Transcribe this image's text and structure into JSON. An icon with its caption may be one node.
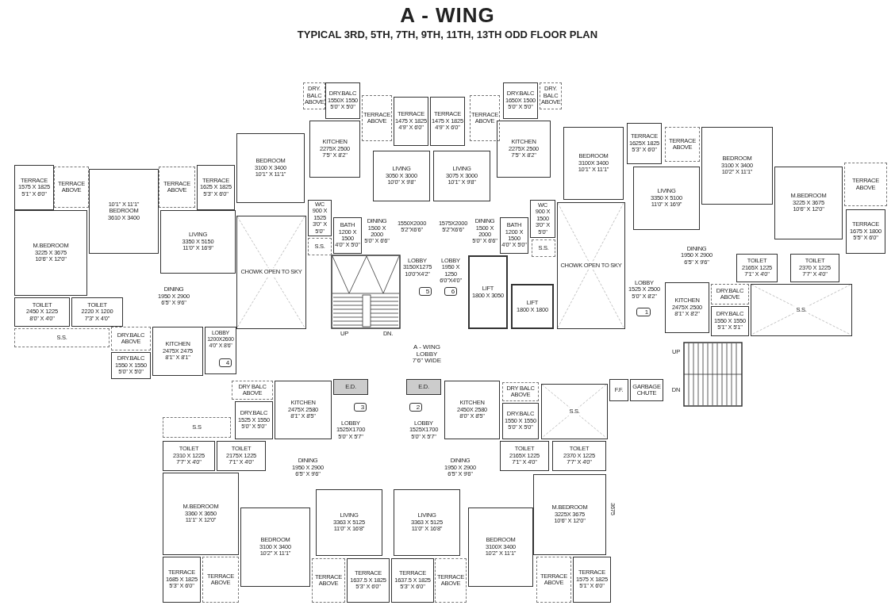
{
  "diagram": {
    "title": "A - WING",
    "nodes": [
      {
        "text": [
          "TERRACE",
          "1575 X 1825",
          "5'1\" X 6'0\""
        ]
      },
      {
        "text": [
          "TERRACE ABOVE"
        ]
      },
      {
        "text": [
          "M.BEDROOM",
          "3225 X 3675",
          "10'6\" X 12'0\""
        ]
      },
      {
        "text": [
          "10'1\" X 11'1\"",
          "BEDROOM",
          "3610 X 3400"
        ]
      },
      {
        "text": [
          "TERRACE ABOVE"
        ]
      },
      {
        "text": [
          "TERRACE",
          "1625 X 1825",
          "5'3\" X 6'0\""
        ]
      },
      {
        "text": [
          "LIVING",
          "3350 X 5150",
          "11'0\" X 16'9\""
        ]
      },
      {
        "text": [
          "DINING",
          "1950 X 2900",
          "6'5\" X 9'6\""
        ]
      },
      {
        "text": [
          "TOILET",
          "2450 X 1225",
          "8'0\" X 4'0\""
        ]
      },
      {
        "text": [
          "TOILET",
          "2220 X 1200",
          "7'3\" X 4'0\""
        ]
      },
      {
        "text": [
          "S.S."
        ]
      },
      {
        "text": [
          "DRY.BALC ABOVE"
        ]
      },
      {
        "text": [
          "DRY.BALC",
          "1550 X 1550",
          "5'0\" X 5'0\""
        ]
      },
      {
        "text": [
          "KITCHEN",
          "2475X 2475",
          "8'1\" X 8'1\""
        ]
      },
      {
        "text": [
          "LOBBY",
          "1200X2600",
          "4'0\" X 8'6\""
        ]
      },
      {
        "text": [
          "DRY. BALC ABOVE"
        ]
      },
      {
        "text": [
          "DRY.BALC",
          "1550X 1550",
          "5'0\" X 5'0\""
        ]
      },
      {
        "text": [
          "TERRACE ABOVE"
        ]
      },
      {
        "text": [
          "TERRACE",
          "1475 X 1825",
          "4'9\" X 6'0\""
        ]
      },
      {
        "text": [
          "TERRACE",
          "1475 X 1825",
          "4'9\" X 6'0\""
        ]
      },
      {
        "text": [
          "KITCHEN",
          "2275X 2500",
          "7'5\" X 8'2\""
        ]
      },
      {
        "text": [
          "BEDROOM",
          "3100 X 3400",
          "10'1\" X 11'1\""
        ]
      },
      {
        "text": [
          "LIVING",
          "3050 X 3000",
          "10'0\" X 9'8\""
        ]
      },
      {
        "text": [
          "LIVING",
          "3075 X 3000",
          "10'1\" X 9'8\""
        ]
      },
      {
        "text": [
          "WC",
          "900 X 1525",
          "3'0\" X 5'0\""
        ]
      },
      {
        "text": [
          "BATH",
          "1200 X 1500",
          "4'0\" X 5'0\""
        ]
      },
      {
        "text": [
          "S.S."
        ]
      },
      {
        "text": [
          "DINING",
          "1500 X 2000",
          "5'0\" X 6'6\""
        ]
      },
      {
        "text": [
          "CHOWK OPEN TO SKY"
        ]
      },
      {
        "text": [
          "LOBBY",
          "3150X1275",
          "10'0\"X4'2\""
        ]
      },
      {
        "text": [
          "LOBBY",
          "1950 X 1250",
          "6'0\"X4'0\""
        ]
      },
      {
        "text": [
          "TERRACE ABOVE"
        ]
      },
      {
        "text": [
          "DRY.BALC",
          "1650X 1500",
          "5'0\" X 5'0\""
        ]
      },
      {
        "text": [
          "DRY. BALC ABOVE"
        ]
      },
      {
        "text": [
          "KITCHEN",
          "2275X 2500",
          "7'5\" X 8'2\""
        ]
      },
      {
        "text": [
          "BEDROOM",
          "3100X 3400",
          "10'1\" X 11'1\""
        ]
      },
      {
        "text": [
          "TERRACE",
          "1625X 1825",
          "5'3\" X 6'0\""
        ]
      },
      {
        "text": [
          "TERRACE ABOVE"
        ]
      },
      {
        "text": [
          "LIVING",
          "3350 X 5100",
          "11'0\" X 16'9\""
        ]
      },
      {
        "text": [
          "WC",
          "900 X 1500",
          "3'0\" X 5'0\""
        ]
      },
      {
        "text": [
          "BATH",
          "1200 X 1500",
          "4'0\" X 5'0\""
        ]
      },
      {
        "text": [
          "DINING",
          "1500 X 2000",
          "5'0\" X 6'6\""
        ]
      },
      {
        "text": [
          "S.S."
        ]
      },
      {
        "text": [
          "CHOWK OPEN TO SKY"
        ]
      },
      {
        "text": [
          "LIFT",
          "1800 X 3050"
        ]
      },
      {
        "text": [
          "LIFT",
          "1800 X 1800"
        ]
      },
      {
        "text": [
          "LOBBY",
          "1525 X 2500",
          "5'0\" X 8'2\""
        ]
      },
      {
        "text": [
          "BEDROOM",
          "3100 X 3400",
          "10'2\" X 11'1\""
        ]
      },
      {
        "text": [
          "M.BEDROOM",
          "3225 X 3675",
          "10'6\" X 12'0\""
        ]
      },
      {
        "text": [
          "TERRACE ABOVE"
        ]
      },
      {
        "text": [
          "TERRACE",
          "1675 X 1800",
          "5'5\" X 6'0\""
        ]
      },
      {
        "text": [
          "DINING",
          "1950 X 2900",
          "6'5\" X 9'6\""
        ]
      },
      {
        "text": [
          "TOILET",
          "2165X 1225",
          "7'1\" X 4'0\""
        ]
      },
      {
        "text": [
          "TOILET",
          "2370 X 1225",
          "7'7\" X 4'0\""
        ]
      },
      {
        "text": [
          "DRY.BALC ABOVE"
        ]
      },
      {
        "text": [
          "KITCHEN",
          "2475X 2500",
          "8'1\" X 8'2\""
        ]
      },
      {
        "text": [
          "DRY.BALC",
          "1550 X 1550",
          "5'1\" X 5'1\""
        ]
      },
      {
        "text": [
          "S.S."
        ]
      },
      {
        "text": [
          "A - WING LOBBY 7'6\" WIDE"
        ]
      },
      {
        "text": [
          "DRY BALC ABOVE"
        ]
      },
      {
        "text": [
          "KITCHEN",
          "2475X 2580",
          "8'1\" X 8'5\""
        ]
      },
      {
        "text": [
          "E.D."
        ]
      },
      {
        "text": [
          "LOBBY",
          "1525X1700",
          "5'0\" X 5'7\""
        ]
      },
      {
        "text": [
          "S.S"
        ]
      },
      {
        "text": [
          "DRY.BALC",
          "1525 X 1550",
          "5'0\" X 5'0\""
        ]
      },
      {
        "text": [
          "TOILET",
          "2310 X 1225",
          "7'7\" X 4'0\""
        ]
      },
      {
        "text": [
          "TOILET",
          "2175X 1225",
          "7'1\" X 4'0\""
        ]
      },
      {
        "text": [
          "DINING",
          "1950 X 2900",
          "6'5\" X 9'6\""
        ]
      },
      {
        "text": [
          "M.BEDROOM",
          "3360 X 3650",
          "11'1\" X 12'0\""
        ]
      },
      {
        "text": [
          "BEDROOM",
          "3100 X 3400",
          "10'2\" X 11'1\""
        ]
      },
      {
        "text": [
          "LIVING",
          "3363 X 5125",
          "11'0\" X 16'8\""
        ]
      },
      {
        "text": [
          "TERRACE",
          "1685 X 1825",
          "5'3\" X 6'0\""
        ]
      },
      {
        "text": [
          "TERRACE ABOVE"
        ]
      },
      {
        "text": [
          "TERRACE ABOVE"
        ]
      },
      {
        "text": [
          "TERRACE",
          "1637.5 X 1825",
          "5'3\" X 6'0\""
        ]
      },
      {
        "text": [
          "TERRACE",
          "1637.5 X 1825",
          "5'3\" X 6'0\""
        ]
      },
      {
        "text": [
          "LIVING",
          "3363 X 5125",
          "11'0\" X 16'8\""
        ]
      },
      {
        "text": [
          "E.D."
        ]
      },
      {
        "text": [
          "LOBBY",
          "1525X1700",
          "5'0\" X 5'7\""
        ]
      },
      {
        "text": [
          "KITCHEN",
          "2450X 2580",
          "8'0\" X 8'5\""
        ]
      },
      {
        "text": [
          "DRY BALC ABOVE"
        ]
      },
      {
        "text": [
          "DRY.BALC",
          "1550 X 1550",
          "5'0\" X 5'0\""
        ]
      },
      {
        "text": [
          "S.S."
        ]
      },
      {
        "text": [
          "F.F."
        ]
      },
      {
        "text": [
          "GARBAGE CHUTE"
        ]
      },
      {
        "text": [
          "DINING",
          "1950 X 2900",
          "6'5\" X 9'6\""
        ]
      },
      {
        "text": [
          "TOILET",
          "2165X 1225",
          "7'1\" X 4'0\""
        ]
      },
      {
        "text": [
          "TOILET",
          "2370 X 1225",
          "7'7\" X 4'0\""
        ]
      },
      {
        "text": [
          "M.BEDROOM",
          "3225X 3675",
          "10'6\" X 12'0\""
        ]
      },
      {
        "text": [
          "BEDROOM",
          "3100X 3400",
          "10'2\" X 11'1\""
        ]
      },
      {
        "text": [
          "TERRACE ABOVE"
        ]
      },
      {
        "text": [
          "TERRACE ABOVE"
        ]
      },
      {
        "text": [
          "TERRACE",
          "1575 X 1825",
          "5'1\" X 6'0\""
        ]
      }
    ],
    "labels": [
      "TYPICAL 3RD, 5TH, 7TH, 9TH, 11TH, 13TH ODD FLOOR PLAN",
      "1550X2000 5'2\"X6'6\"",
      "1575X2000 5'2\"X6'6\"",
      "5",
      "6",
      "1",
      "UP",
      "DN.",
      "UP",
      "4",
      "DN",
      "3",
      "2",
      "3675"
    ]
  }
}
